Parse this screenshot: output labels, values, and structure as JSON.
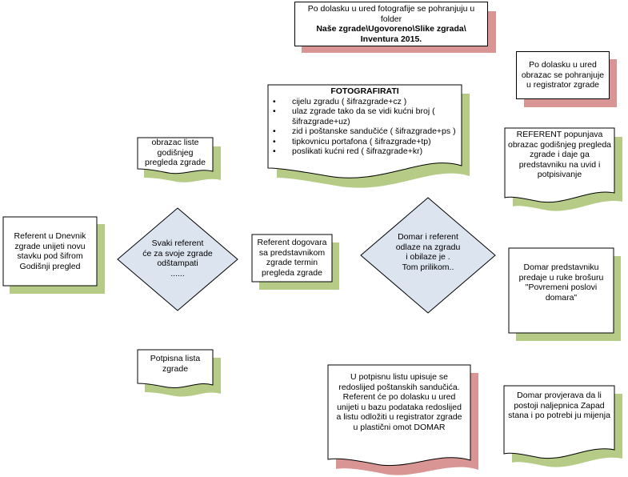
{
  "shapes": {
    "top_folder": {
      "line1": "Po dolasku u ured fotografije se pohranjuju u",
      "line2": "folder",
      "line3": "Naše zgrade\\Ugovoreno\\Slike zgrada\\",
      "line4": "Inventura 2015."
    },
    "registrator": {
      "line1": "Po dolasku u ured",
      "line2": "obrazac se  pohranjuje",
      "line3": "u registrator zgrade"
    },
    "fotografirati": {
      "title": "FOTOGRAFIRATI",
      "items": [
        "cijelu zgradu ( šifrazgrade+cz )",
        "ulaz zgrade tako da se vidi kućni broj ( šifrazgrade+uz)",
        "zid i poštanske sandučiće ( šifrazgrade+ps )",
        "tipkovnicu portafona ( šifrazgrade+tp)",
        "poslikati kućni red ( šifrazgrade+kr)"
      ]
    },
    "obrazac_liste": {
      "line1": "obrazac liste",
      "line2": "godišnjeg",
      "line3": "pregleda zgrade"
    },
    "referent_popunjava": {
      "line1": "REFERENT popunjava",
      "line2": "obrazac godišnjeg pregleda",
      "line3": "zgrade i daje ga",
      "line4": "predstavniku na uvid i",
      "line5": "potpisivanje"
    },
    "referent_dnevnik": {
      "line1": "Referent u Dnevnik",
      "line2": "zgrade unijeti novu",
      "line3": "stavku pod šifrom",
      "line4": "Godišnji pregled"
    },
    "svaki_referent": {
      "line1": "Svaki referent",
      "line2": "će za svoje zgrade",
      "line3": "odštampati",
      "line4": "......"
    },
    "referent_dogovara": {
      "line1": "Referent dogovara",
      "line2": "sa predstavnikom",
      "line3": "zgrade termin",
      "line4": "pregleda zgrade"
    },
    "domar_referent": {
      "line1": "Domar i referent",
      "line2": "odlaze na zgradu",
      "line3": "i obilaze je .",
      "line4": "Tom prilikom.."
    },
    "domar_predstavniku": {
      "line1": "Domar predstavniku",
      "line2": "predaje u ruke brošuru",
      "line3": "\"Povremeni poslovi",
      "line4": "domara\""
    },
    "potpisna_lista": {
      "line1": "Potpisna lista",
      "line2": "zgrade"
    },
    "u_potpisnu": {
      "line1": "U potpisnu listu upisuje se",
      "line2": "redoslijed poštanskih sandučića.",
      "line3": "Referent će po dolasku u ured",
      "line4": "unijeti u bazu podataka redoslijed",
      "line5": "a listu odložiti u registrator zgrade",
      "line6": "u plastični omot DOMAR"
    },
    "domar_provjerava": {
      "line1": "Domar provjerava da li",
      "line2": "postoji naljepnica Zapad",
      "line3": "stana i po potrebi ju mijenja"
    }
  },
  "colors": {
    "green_shadow": "#b6cc86",
    "red_shadow": "#d99594",
    "diamond_fill": "#dce4ef",
    "border": "#000000"
  }
}
